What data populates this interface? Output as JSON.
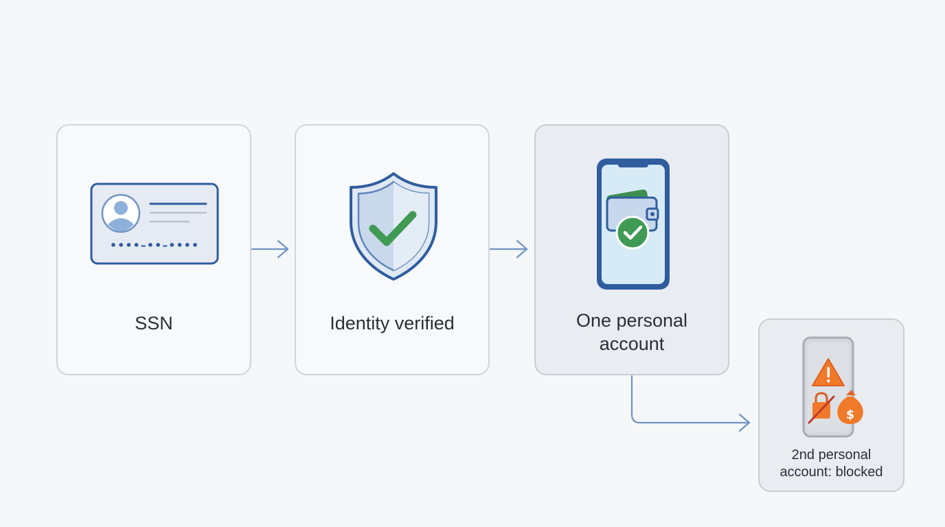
{
  "steps": [
    {
      "id": "ssn",
      "label": "SSN",
      "icon": "id-card-icon"
    },
    {
      "id": "identity",
      "label": "Identity verified",
      "icon": "shield-check-icon"
    },
    {
      "id": "one-account",
      "label": "One personal\naccount",
      "icon": "phone-wallet-check-icon"
    },
    {
      "id": "second-account",
      "label": "2nd personal\naccount: blocked",
      "icon": "phone-warning-blocked-icon"
    }
  ],
  "id_card": {
    "number_mask": "••••–••–••••"
  },
  "colors": {
    "background": "#f5f7f9",
    "card_border": "#cfd5dc",
    "accent_blue": "#2f5d9e",
    "connector": "#6f93c4",
    "check_green": "#3f9a54",
    "warning_orange": "#f07a2a"
  }
}
